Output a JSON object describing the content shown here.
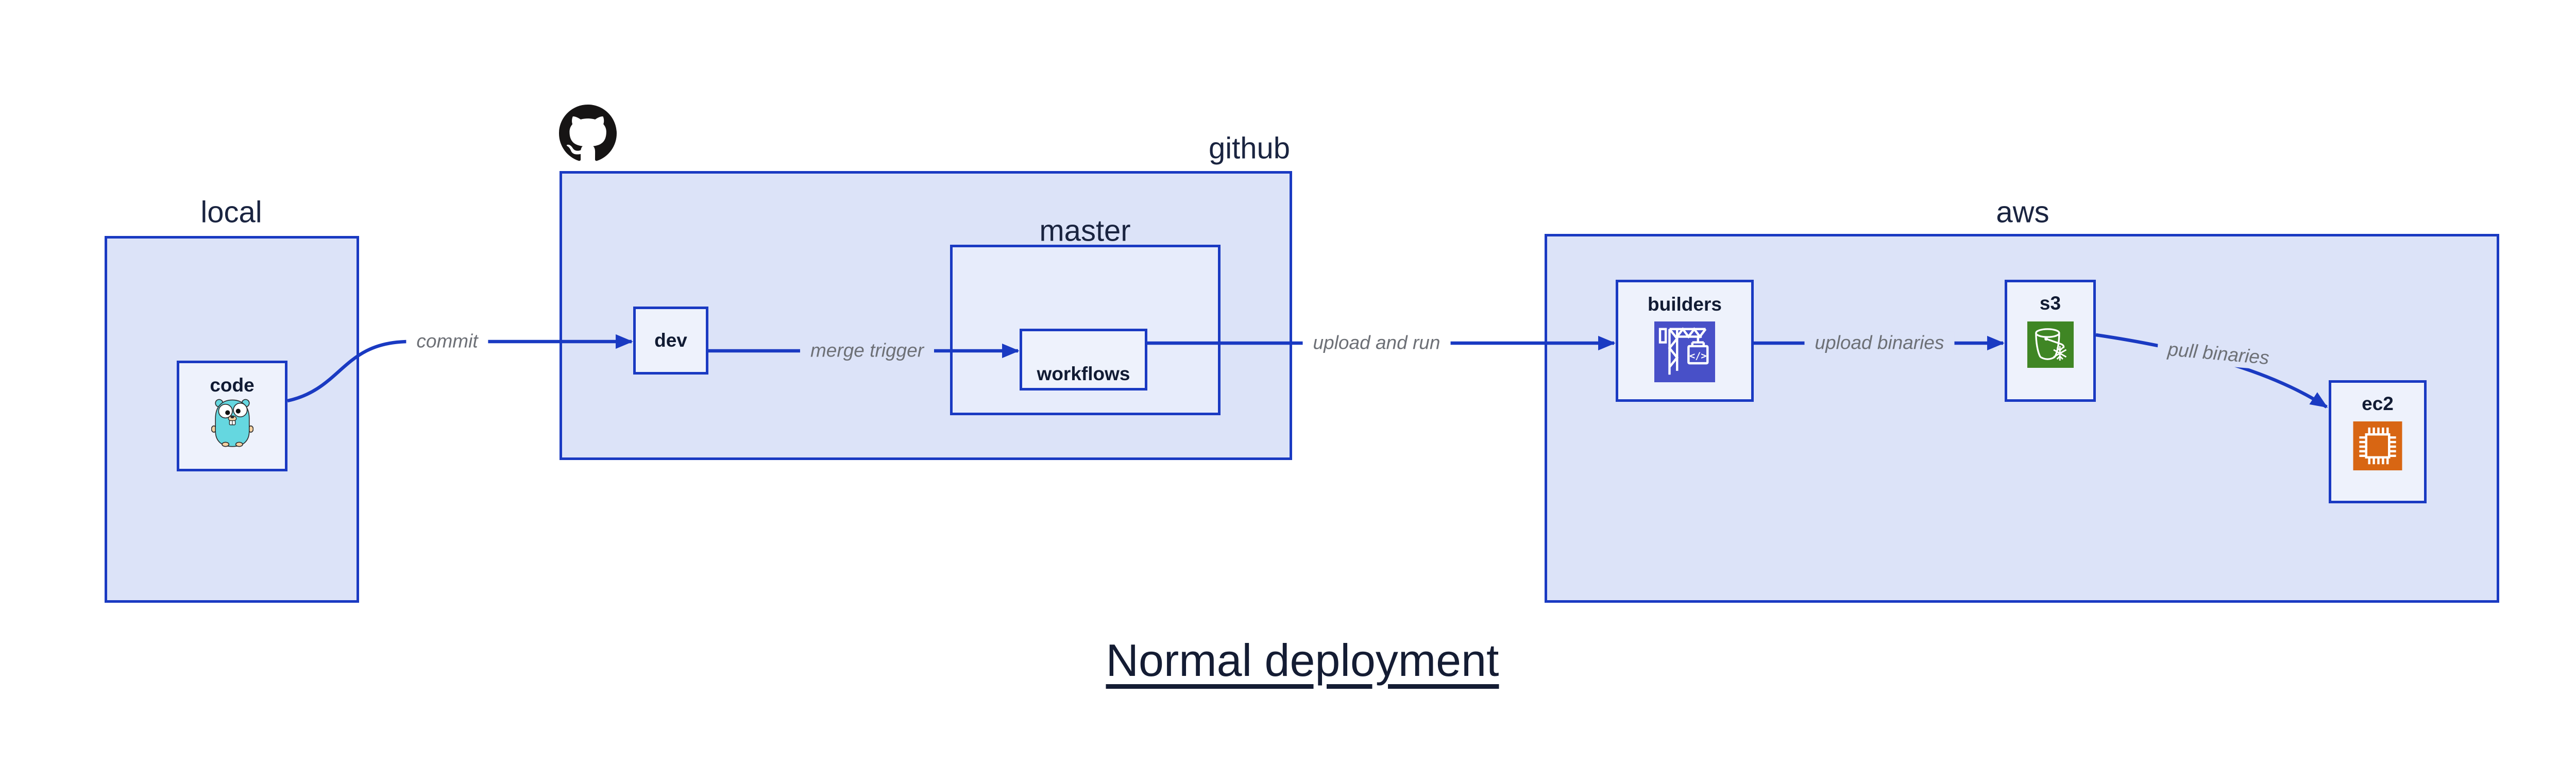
{
  "title": {
    "text": "Normal deployment"
  },
  "containers": {
    "local": {
      "label": "local"
    },
    "github": {
      "label": "github",
      "logo": "github-octocat-icon"
    },
    "master": {
      "label": "master"
    },
    "aws": {
      "label": "aws"
    }
  },
  "nodes": {
    "code": {
      "label": "code",
      "icon": "go-gopher-icon"
    },
    "dev": {
      "label": "dev"
    },
    "workflows": {
      "label": "workflows"
    },
    "builders": {
      "label": "builders",
      "icon": "aws-codebuild-crane-icon",
      "icon_glyph": "</>"
    },
    "s3": {
      "label": "s3",
      "icon": "aws-s3-glacier-bucket-icon"
    },
    "ec2": {
      "label": "ec2",
      "icon": "aws-ec2-chip-icon"
    }
  },
  "edges": [
    {
      "from": "code",
      "to": "dev",
      "label": "commit"
    },
    {
      "from": "dev",
      "to": "workflows",
      "label": "merge trigger"
    },
    {
      "from": "workflows",
      "to": "builders",
      "label": "upload and run"
    },
    {
      "from": "builders",
      "to": "s3",
      "label": "upload binaries"
    },
    {
      "from": "s3",
      "to": "ec2",
      "label": "pull binaries"
    }
  ],
  "colors": {
    "accent_blue": "#1a3ac2",
    "container_fill": "#dce3f8",
    "master_fill": "#e7ecfb",
    "node_fill": "#eef2fc",
    "label_navy": "#16203a",
    "edge_label_gray": "#6d7076",
    "codebuild_blue": "#4850c8",
    "s3_green": "#3f8624",
    "ec2_orange": "#d86613",
    "octocat_black": "#161414",
    "gopher_teal": "#65d7e0"
  }
}
